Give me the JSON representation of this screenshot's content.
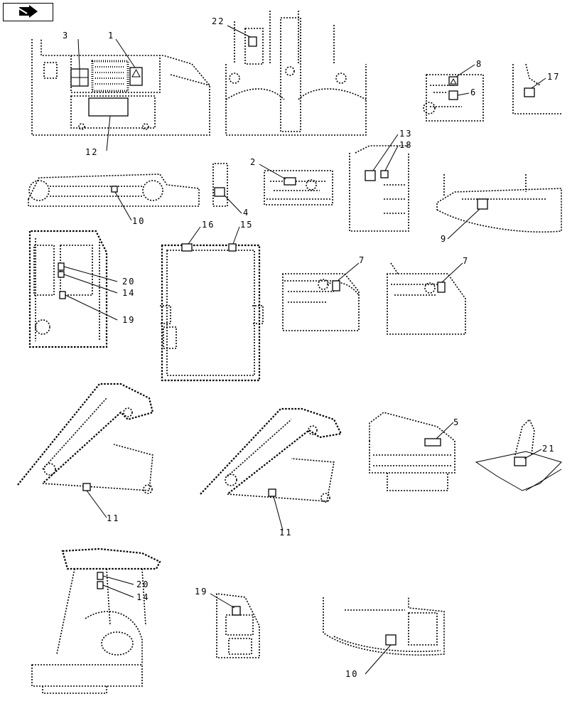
{
  "nav": {
    "icon": "page-back-arrow-icon"
  },
  "callouts": {
    "c1": "1",
    "c2": "2",
    "c3": "3",
    "c4": "4",
    "c5": "5",
    "c6": "6",
    "c7a": "7",
    "c7b": "7",
    "c8": "8",
    "c9": "9",
    "c10a": "10",
    "c10b": "10",
    "c11a": "11",
    "c11b": "11",
    "c12": "12",
    "c13": "13",
    "c14a": "14",
    "c14b": "14",
    "c15": "15",
    "c16": "16",
    "c17": "17",
    "c18": "18",
    "c19a": "19",
    "c19b": "19",
    "c20a": "20",
    "c20b": "20",
    "c21": "21",
    "c22": "22"
  }
}
